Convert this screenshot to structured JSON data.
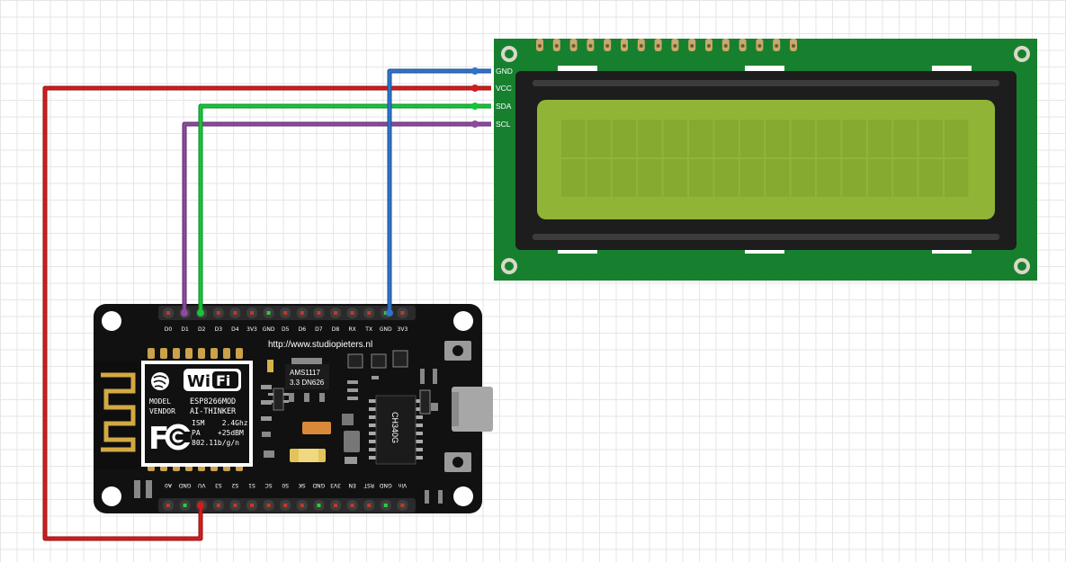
{
  "board": {
    "url": "http://www.studiopieters.nl",
    "top_pins": [
      "D0",
      "D1",
      "D2",
      "D3",
      "D4",
      "3V3",
      "GND",
      "D5",
      "D6",
      "D7",
      "D8",
      "RX",
      "TX",
      "GND",
      "3V3"
    ],
    "bottom_pins": [
      "A0",
      "GND",
      "VU",
      "S3",
      "S2",
      "S1",
      "SC",
      "S0",
      "SK",
      "GND",
      "3V3",
      "EN",
      "RST",
      "GND",
      "Vin"
    ],
    "regulator": {
      "line1": "AMS1117",
      "line2": "3.3 DN626"
    },
    "usb_chip": "CH340G",
    "module": {
      "wifi_logo": "Wi Fi",
      "model_label": "MODEL",
      "vendor_label": "VENDOR",
      "model_value": "ESP8266MOD",
      "vendor_value": "AI-THINKER",
      "fcc": "FC",
      "spec1": "ISM    2.4Ghz",
      "spec2": "PA    +25dBM",
      "spec3": "802.11b/g/n"
    }
  },
  "lcd": {
    "pins": [
      "GND",
      "VCC",
      "SDA",
      "SCL"
    ]
  },
  "wires": [
    {
      "name": "gnd-wire",
      "color": "#2f74c8",
      "from": "GND",
      "to": "GND"
    },
    {
      "name": "vcc-wire",
      "color": "#d11d1d",
      "from": "VU",
      "to": "VCC"
    },
    {
      "name": "sda-wire",
      "color": "#16c43a",
      "from": "D2",
      "to": "SDA"
    },
    {
      "name": "scl-wire",
      "color": "#8d4a9e",
      "from": "D1",
      "to": "SCL"
    }
  ]
}
